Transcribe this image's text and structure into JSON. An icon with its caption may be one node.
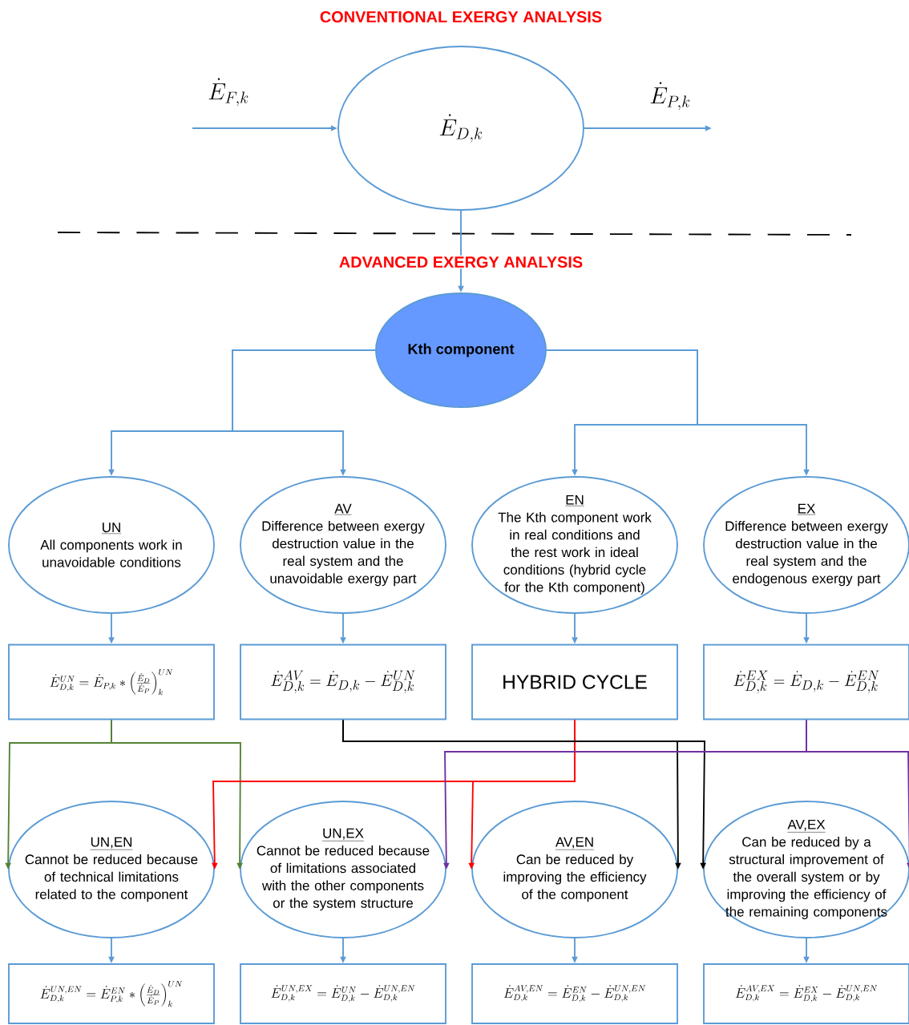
{
  "diagram": {
    "title": "CONVENTIONAL EXERGY ANALYSIS",
    "nodes": [
      {
        "text": [
          "\\dot{E}_{D,k}"
        ]
      },
      {
        "text": [
          "Kth component"
        ]
      },
      {
        "text": [
          "UN",
          "All components work in unavoidable conditions"
        ]
      },
      {
        "text": [
          "AV",
          "Difference between exergy destruction value in the real system and the unavoidable exergy part"
        ]
      },
      {
        "text": [
          "EN",
          "The Kth component work in real conditions and the rest work in  ideal conditions (hybrid cycle for the Kth component)"
        ]
      },
      {
        "text": [
          "EX",
          "Difference between exergy destruction value in the real system and the endogenous exergy part"
        ]
      },
      {
        "text": [
          "\\dot{E}^{UN}_{D,k}=\\dot{E}_{P,k}*\\left(\\frac{\\dot{E}_D}{\\dot{E}_P}\\right)^{UN}_{k}"
        ]
      },
      {
        "text": [
          "\\dot{E}^{AV}_{D,k}=\\dot{E}_{D,k}-\\dot{E}^{UN}_{D,k}"
        ]
      },
      {
        "text": [
          "HYBRID CYCLE"
        ]
      },
      {
        "text": [
          "\\dot{E}^{EX}_{D,k}=\\dot{E}_{D,k}-\\dot{E}^{EN}_{D,k}"
        ]
      },
      {
        "text": [
          "UN,EN",
          "Cannot be reduced because of technical limitations related to the component"
        ]
      },
      {
        "text": [
          "UN,EX",
          "Cannot be reduced because of limitations associated with the other components or the system structure"
        ]
      },
      {
        "text": [
          "AV,EN",
          "Can be reduced by improving the efficiency of the component"
        ]
      },
      {
        "text": [
          "AV,EX",
          "Can be reduced by a structural improvement of the overall system or by improving the efficiency of the remaining components"
        ]
      },
      {
        "text": [
          "\\dot{E}^{UN,EN}_{D,k}=\\dot{E}^{EN}_{P,k}*\\left(\\frac{\\dot{E}_D}{\\dot{E}_P}\\right)^{UN}_{k}"
        ]
      },
      {
        "text": [
          "\\dot{E}^{UN,EX}_{D,k}=\\dot{E}^{UN}_{D,k}-\\dot{E}^{UN,EN}_{D,k}"
        ]
      },
      {
        "text": [
          "\\dot{E}^{AV,EN}_{D,k}=\\dot{E}^{EN}_{D,k}-\\dot{E}^{UN,EN}_{D,k}"
        ]
      },
      {
        "text": [
          "\\dot{E}^{AV,EX}_{D,k}=\\dot{E}^{EX}_{D,k}-\\dot{E}^{UN,EN}_{D,k}"
        ]
      }
    ],
    "edges": [
      {
        "from": null,
        "to": 0,
        "arrow": "to",
        "label": "\\dot{E}_{F,k}"
      },
      {
        "from": 0,
        "to": null,
        "arrow": "to",
        "label": "\\dot{E}_{P,k}"
      },
      {
        "from": 0,
        "to": 1,
        "arrow": "to"
      },
      {
        "from": 1,
        "to": 2,
        "arrow": "to"
      },
      {
        "from": 1,
        "to": 3,
        "arrow": "to"
      },
      {
        "from": 1,
        "to": 4,
        "arrow": "to"
      },
      {
        "from": 1,
        "to": 5,
        "arrow": "to"
      },
      {
        "from": 2,
        "to": 6,
        "arrow": "to"
      },
      {
        "from": 3,
        "to": 7,
        "arrow": "to"
      },
      {
        "from": 4,
        "to": 8,
        "arrow": "to"
      },
      {
        "from": 5,
        "to": 9,
        "arrow": "to"
      },
      {
        "from": 6,
        "to": 10,
        "arrow": "to",
        "color": "#548235"
      },
      {
        "from": 6,
        "to": 11,
        "arrow": "to",
        "color": "#548235"
      },
      {
        "from": 8,
        "to": 10,
        "arrow": "to",
        "color": "#ff0000"
      },
      {
        "from": 8,
        "to": 12,
        "arrow": "to",
        "color": "#ff0000"
      },
      {
        "from": 7,
        "to": 12,
        "arrow": "to",
        "color": "#000000"
      },
      {
        "from": 7,
        "to": 13,
        "arrow": "to",
        "color": "#000000"
      },
      {
        "from": 9,
        "to": 11,
        "arrow": "to",
        "color": "#7030a0"
      },
      {
        "from": 9,
        "to": 13,
        "arrow": "to",
        "color": "#7030a0"
      },
      {
        "from": 10,
        "to": 14,
        "arrow": "to"
      },
      {
        "from": 11,
        "to": 15,
        "arrow": "to"
      },
      {
        "from": 12,
        "to": 16,
        "arrow": "to"
      },
      {
        "from": 13,
        "to": 17,
        "arrow": "to"
      }
    ],
    "labels": [
      "ADVANCED EXERGY ANALYSIS"
    ]
  }
}
